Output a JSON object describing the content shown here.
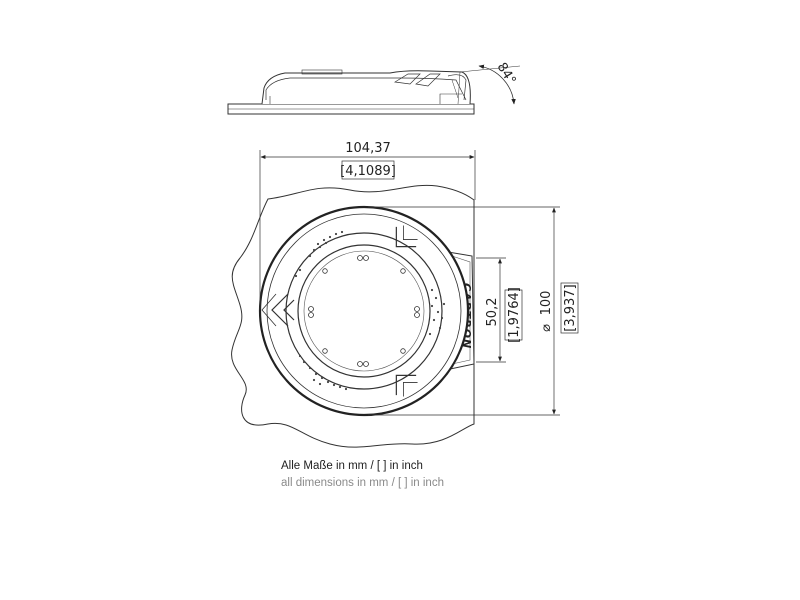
{
  "dimensions": {
    "width_mm": "104,37",
    "width_in": "[4,1089]",
    "angle": "84°",
    "inner_mm": "50,2",
    "inner_in": "[1,9764]",
    "diameter_symbol": "⌀",
    "diameter_mm": "100",
    "diameter_in": "[3,937]"
  },
  "brand": "CAPTRON",
  "captions": {
    "de": "Alle Maße in mm / [ ] in inch",
    "en": "all dimensions in mm / [ ] in inch"
  }
}
